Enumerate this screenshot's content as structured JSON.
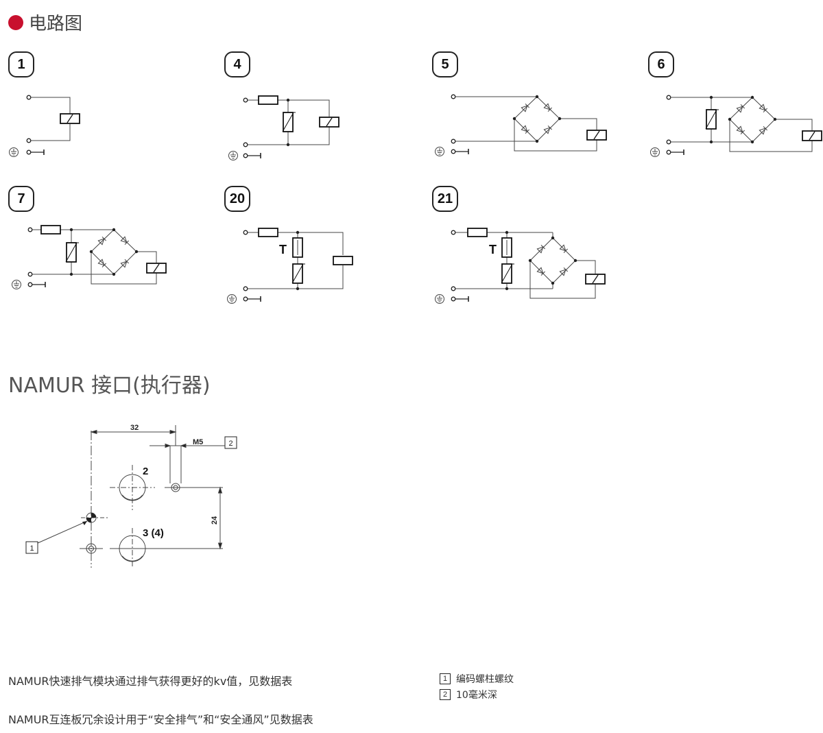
{
  "section": {
    "title": "电路图",
    "accent_color": "#c8102e"
  },
  "circuits": [
    {
      "id": "1"
    },
    {
      "id": "4"
    },
    {
      "id": "5"
    },
    {
      "id": "6"
    },
    {
      "id": "7"
    },
    {
      "id": "20",
      "t_label": "T"
    },
    {
      "id": "21",
      "t_label": "T"
    }
  ],
  "namur": {
    "title": "NAMUR 接口(执行器)",
    "dim_32": "32",
    "dim_24": "24",
    "thread": "M5",
    "callout_1": "1",
    "callout_2": "2",
    "port_2": "2",
    "port_3": "3 (4)"
  },
  "notes": [
    "NAMUR快速排气模块通过排气获得更好的kv值，见数据表",
    "NAMUR互连板冗余设计用于“安全排气”和“安全通风”见数据表"
  ],
  "legend": [
    {
      "num": "1",
      "text": "编码螺柱螺纹"
    },
    {
      "num": "2",
      "text": "10毫米深"
    }
  ]
}
